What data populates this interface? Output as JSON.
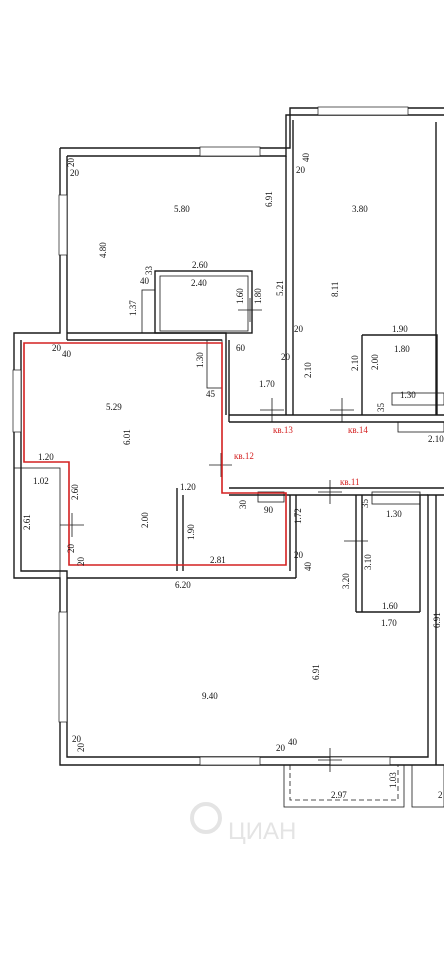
{
  "dimensions": {
    "d_580": "5.80",
    "d_691a": "6.91",
    "d_480": "4.80",
    "d_260a": "2.60",
    "d_240": "2.40",
    "d_137": "1.37",
    "d_160a": "1.60",
    "d_180a": "1.80",
    "d_521": "5.21",
    "d_33": "33",
    "d_40a": "40",
    "d_20a": "20",
    "d_20b": "20",
    "d_40b": "40",
    "d_20c": "20",
    "d_380": "3.80",
    "d_811": "8.11",
    "d_190a": "1.90",
    "d_180b": "1.80",
    "d_210a": "2.10",
    "d_210b": "2.10",
    "d_200a": "2.00",
    "d_130a": "1.30",
    "d_35a": "35",
    "d_210c": "2.10",
    "d_20d": "20",
    "d_20e": "20",
    "d_40c": "40",
    "d_130b": "1.30",
    "d_60": "60",
    "d_170a": "1.70",
    "d_45": "45",
    "d_529": "5.29",
    "d_601": "6.01",
    "d_120a": "1.20",
    "d_102": "1.02",
    "d_261": "2.61",
    "d_260b": "2.60",
    "d_120b": "1.20",
    "d_200b": "2.00",
    "d_190b": "1.90",
    "d_281": "2.81",
    "d_30": "30",
    "d_90": "90",
    "d_172": "1.72",
    "d_35b": "35",
    "d_130c": "1.30",
    "d_310": "3.10",
    "d_320": "3.20",
    "d_20f": "20",
    "d_40d": "40",
    "d_20g": "20",
    "d_20h": "20",
    "d_160b": "1.60",
    "d_170b": "1.70",
    "d_620": "6.20",
    "d_691b": "6.91",
    "d_691c": "6.91",
    "d_940": "9.40",
    "d_20i": "20",
    "d_20j": "20",
    "d_20k": "20",
    "d_40e": "40",
    "d_297": "2.97",
    "d_103": "1.03",
    "d_2": "2"
  },
  "apartments": {
    "kv11": "кв.11",
    "kv12": "кв.12",
    "kv13": "кв.13",
    "kv14": "кв.14"
  },
  "watermark": "ЦИАН",
  "colors": {
    "wall": "#1a1a1a",
    "highlight": "#d42020",
    "background": "#ffffff"
  }
}
